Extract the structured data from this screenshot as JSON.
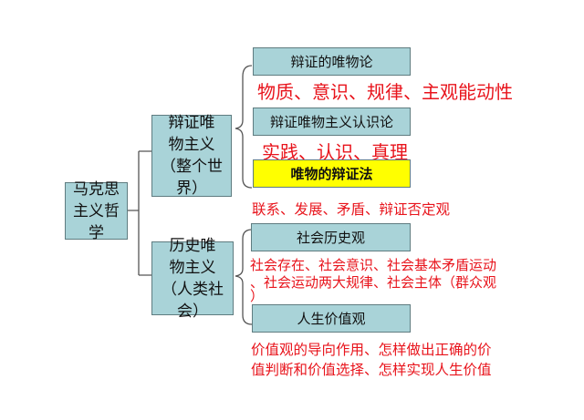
{
  "root": "马克思主义哲学",
  "root_lines": [
    "马克思",
    "主义哲学"
  ],
  "branches": [
    {
      "lines": [
        "辩证唯",
        "物主义",
        "（整个世界）"
      ],
      "children": [
        {
          "title": "辩证的唯物论",
          "detail": "物质、意识、规律、主观能动性"
        },
        {
          "title": "辩证唯物主义认识论",
          "detail": "实践、认识、真理"
        },
        {
          "title": "唯物的辩证法",
          "detail": "联系、发展、矛盾、辩证否定观",
          "highlight": "#ffff00"
        }
      ]
    },
    {
      "lines": [
        "历史唯",
        "物主义",
        "（人类社会）"
      ],
      "children": [
        {
          "title": "社会历史观",
          "detail_lines": [
            "社会存在、社会意识、社会基本矛盾运动",
            "、社会运动两大规律、社会主体（群众观",
            "）"
          ]
        },
        {
          "title": "人生价值观",
          "detail_lines": [
            "价值观的导向作用、怎样做出正确的价",
            "值判断和价值选择、怎样实现人生价值"
          ]
        }
      ]
    }
  ],
  "colors": {
    "box": "#a9d3d8",
    "detail": "#e8141c",
    "highlight": "#ffff00"
  }
}
